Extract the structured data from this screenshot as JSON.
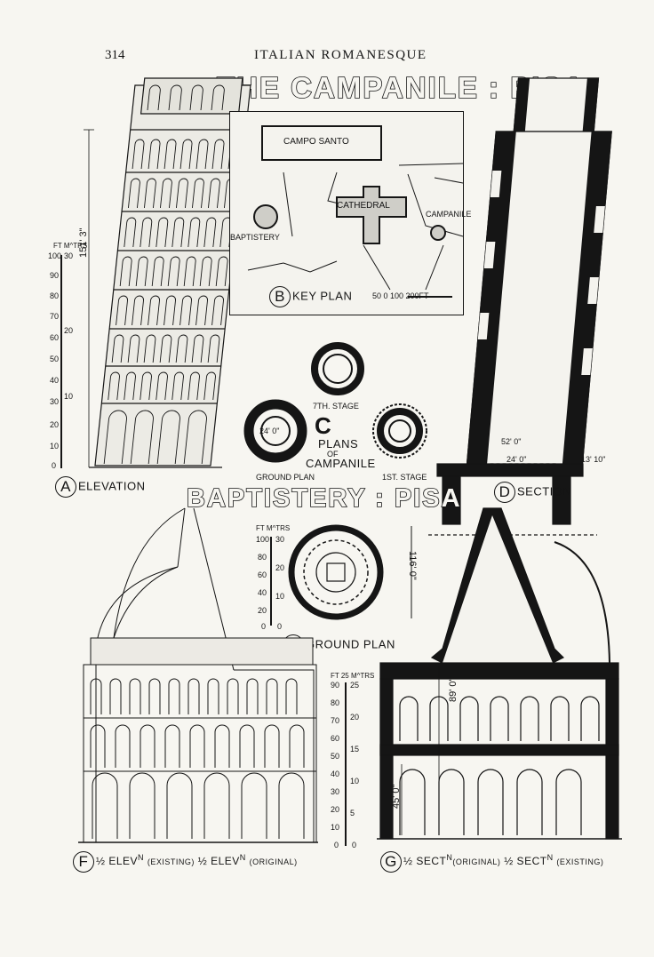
{
  "header": {
    "page_number": "314",
    "running_title": "ITALIAN ROMANESQUE"
  },
  "campanile": {
    "title": "THE CAMPANILE : PISA",
    "elevation": {
      "letter": "A",
      "label": "ELEVATION",
      "height_dim": "151' 3\"",
      "scale_units": "FT  M^TRS",
      "scale_ft": [
        "100",
        "90",
        "80",
        "70",
        "60",
        "50",
        "40",
        "30",
        "20",
        "10",
        "0"
      ],
      "scale_m": [
        "30",
        "20",
        "10"
      ]
    },
    "key_plan": {
      "letter": "B",
      "label": "KEY PLAN",
      "scale": "50  0     100     200FT",
      "labels": {
        "campo_santo": "CAMPO SANTO",
        "cathedral": "CATHEDRAL",
        "baptistery": "BAPTISTERY",
        "campanile": "CAMPANILE"
      }
    },
    "plans": {
      "letter": "C",
      "label_1": "PLANS",
      "label_2": "OF",
      "label_3": "CAMPANILE",
      "stage_7": "7TH. STAGE",
      "stage_1": "1ST. STAGE",
      "ground": "GROUND PLAN",
      "dim": "24' 0\""
    },
    "section": {
      "letter": "D",
      "label": "SECTION",
      "dim_inner": "52' 0\"",
      "dim_base": "24' 0\"",
      "dim_wall": "13' 10\""
    }
  },
  "baptistery": {
    "title": "BAPTISTERY : PISA",
    "ground_plan": {
      "letter": "E",
      "label": "GROUND PLAN",
      "dim": "116' 0\"",
      "scale_units": "FT  M^TRS",
      "scale_ft": [
        "100",
        "80",
        "60",
        "40",
        "20",
        "0"
      ],
      "scale_m": [
        "30",
        "20",
        "10",
        "0"
      ]
    },
    "elevation": {
      "letter": "F",
      "label_1": "½ ELEV",
      "sup_1": "N",
      "note_1": "(EXISTING)",
      "label_2": "½ ELEV",
      "sup_2": "N",
      "note_2": "(ORIGINAL)"
    },
    "section": {
      "letter": "G",
      "label_1": "½ SECT",
      "sup_1": "N",
      "note_1": "(ORIGINAL)",
      "label_2": "½ SECT",
      "sup_2": "N",
      "note_2": "(EXISTING)",
      "dim_upper": "89' 0\"",
      "dim_lower": "45' 0\"",
      "scale_units": "FT  25 M^TRS",
      "scale_ft": [
        "90",
        "80",
        "70",
        "60",
        "50",
        "40",
        "30",
        "20",
        "10",
        "0"
      ],
      "scale_m": [
        "25",
        "20",
        "15",
        "10",
        "5",
        "0"
      ]
    }
  }
}
